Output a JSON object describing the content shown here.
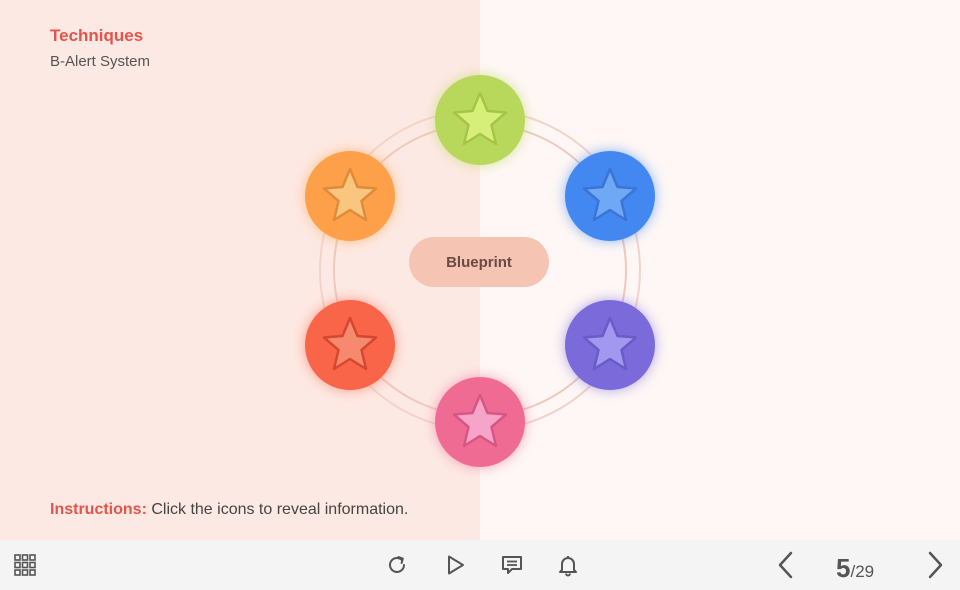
{
  "header": {
    "title": "Techniques",
    "subtitle": "B-Alert System"
  },
  "diagram": {
    "center_label": "Blueprint",
    "stars": [
      {
        "name": "star-button-green",
        "color": "#b8d85c",
        "star_color": "#d7ef7a"
      },
      {
        "name": "star-button-blue",
        "color": "#4388f1",
        "star_color": "#6fa8f5"
      },
      {
        "name": "star-button-purple",
        "color": "#7b6ad9",
        "star_color": "#a398f0"
      },
      {
        "name": "star-button-pink",
        "color": "#f06b94",
        "star_color": "#f7a4c9"
      },
      {
        "name": "star-button-red",
        "color": "#f86549",
        "star_color": "#f58a6e"
      },
      {
        "name": "star-button-orange",
        "color": "#fea04a",
        "star_color": "#f8c67e"
      }
    ],
    "ring_color": "#f0c8bc"
  },
  "instructions": {
    "label": "Instructions:",
    "text": " Click the icons to reveal information."
  },
  "nav": {
    "current_page": "5",
    "total_pages": "/29",
    "icons": [
      "menu-grid-icon",
      "replay-icon",
      "play-icon",
      "transcript-icon",
      "notification-bell-icon",
      "previous-icon",
      "next-icon"
    ]
  },
  "colors": {
    "accent": "#e4544a",
    "left_bg": "#fde9e3",
    "right_bg": "#fef7f5",
    "bar_bg": "#f4f4f4"
  }
}
